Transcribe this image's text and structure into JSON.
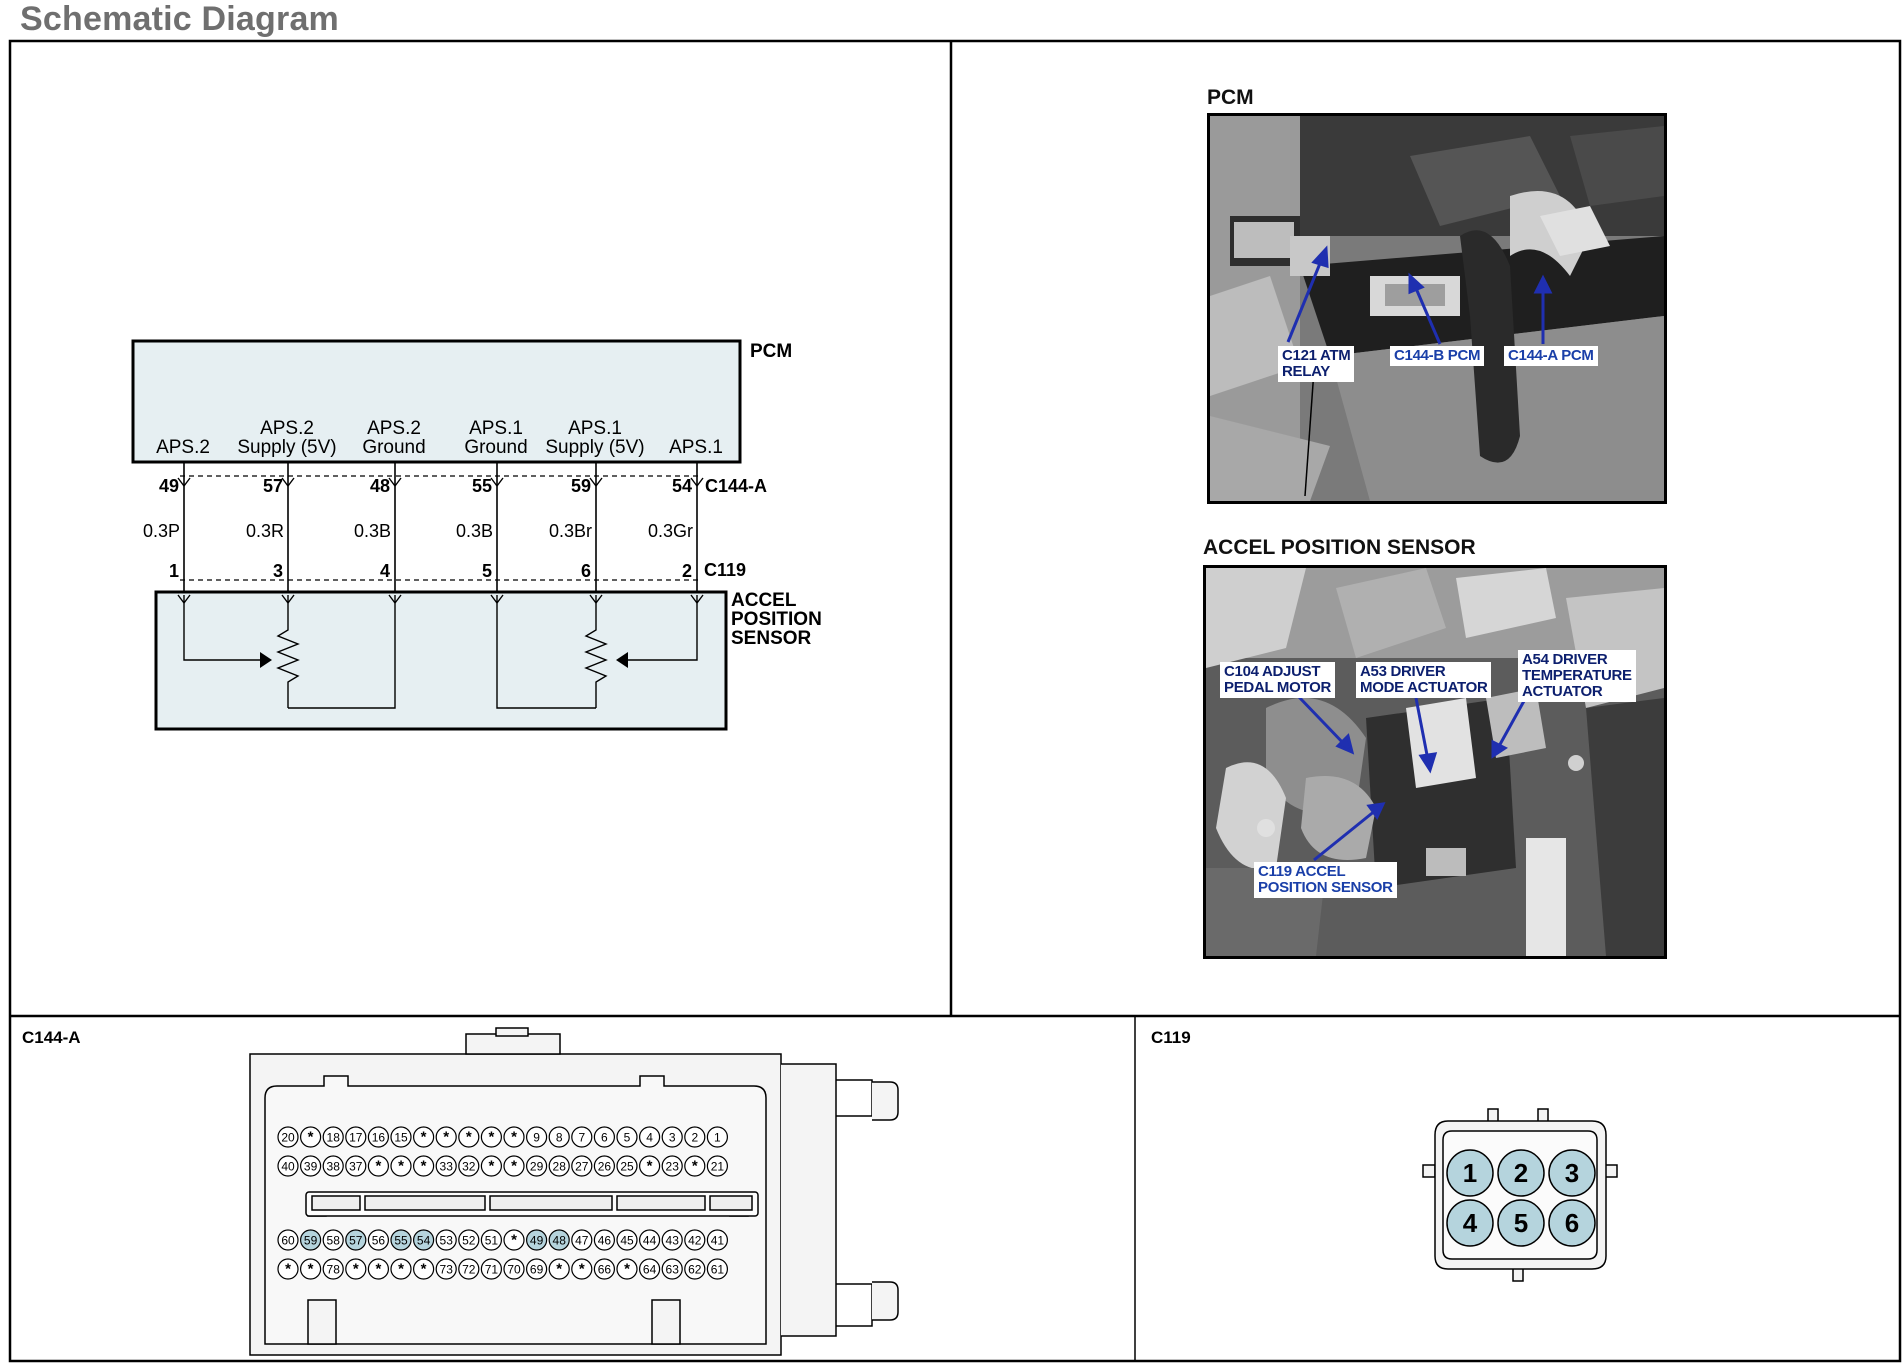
{
  "title": "Schematic Diagram",
  "schematic": {
    "module": "PCM",
    "sensor_label_lines": [
      "ACCEL",
      "POSITION",
      "SENSOR"
    ],
    "connector_top": "C144-A",
    "connector_bottom": "C119",
    "circuits": [
      {
        "pin_label_lines": [
          "",
          "APS.2"
        ],
        "pcm_pin": "49",
        "wire": "0.3P",
        "sensor_pin": "1"
      },
      {
        "pin_label_lines": [
          "APS.2",
          "Supply (5V)"
        ],
        "pcm_pin": "57",
        "wire": "0.3R",
        "sensor_pin": "3"
      },
      {
        "pin_label_lines": [
          "APS.2",
          "Ground"
        ],
        "pcm_pin": "48",
        "wire": "0.3B",
        "sensor_pin": "4"
      },
      {
        "pin_label_lines": [
          "APS.1",
          "Ground"
        ],
        "pcm_pin": "55",
        "wire": "0.3B",
        "sensor_pin": "5"
      },
      {
        "pin_label_lines": [
          "APS.1",
          "Supply (5V)"
        ],
        "pcm_pin": "59",
        "wire": "0.3Br",
        "sensor_pin": "6"
      },
      {
        "pin_label_lines": [
          "",
          "APS.1"
        ],
        "pcm_pin": "54",
        "wire": "0.3Gr",
        "sensor_pin": "2"
      }
    ]
  },
  "photos": {
    "pcm": {
      "title": "PCM",
      "callouts": {
        "atm_relay": [
          "C121 ATM",
          "RELAY"
        ],
        "c144b": "C144-B PCM",
        "c144a": "C144-A PCM"
      }
    },
    "aps": {
      "title": "ACCEL POSITION SENSOR",
      "callouts": {
        "adjust_pedal": [
          "C104 ADJUST",
          "PEDAL MOTOR"
        ],
        "driver_mode": [
          "A53 DRIVER",
          "MODE ACTUATOR"
        ],
        "driver_temp": [
          "A54 DRIVER",
          "TEMPERATURE",
          "ACTUATOR"
        ],
        "c119": [
          "C119 ACCEL",
          "POSITION SENSOR"
        ]
      }
    }
  },
  "connectors": {
    "c144a": {
      "label": "C144-A",
      "rows": [
        [
          "20",
          "*",
          "18",
          "17",
          "16",
          "15",
          "*",
          "*",
          "*",
          "*",
          "*",
          "9",
          "8",
          "7",
          "6",
          "5",
          "4",
          "3",
          "2",
          "1"
        ],
        [
          "40",
          "39",
          "38",
          "37",
          "*",
          "*",
          "*",
          "33",
          "32",
          "*",
          "*",
          "29",
          "28",
          "27",
          "26",
          "25",
          "*",
          "23",
          "*",
          "21"
        ],
        [
          "60",
          "59",
          "58",
          "57",
          "56",
          "55",
          "54",
          "53",
          "52",
          "51",
          "*",
          "49",
          "48",
          "47",
          "46",
          "45",
          "44",
          "43",
          "42",
          "41"
        ],
        [
          "*",
          "*",
          "78",
          "*",
          "*",
          "*",
          "*",
          "73",
          "72",
          "71",
          "70",
          "69",
          "*",
          "*",
          "66",
          "*",
          "64",
          "63",
          "62",
          "61"
        ]
      ],
      "highlighted": [
        "59",
        "57",
        "55",
        "54",
        "49",
        "48"
      ]
    },
    "c119": {
      "label": "C119",
      "pins": [
        "1",
        "2",
        "3",
        "4",
        "5",
        "6"
      ]
    }
  },
  "colors": {
    "module_fill": "#e6eff2",
    "pin_fill": "#b5d4dd",
    "callout_blue": "#1a3fa8",
    "arrow_blue": "#1f2fb0",
    "title_gray": "#6f6f6f"
  }
}
